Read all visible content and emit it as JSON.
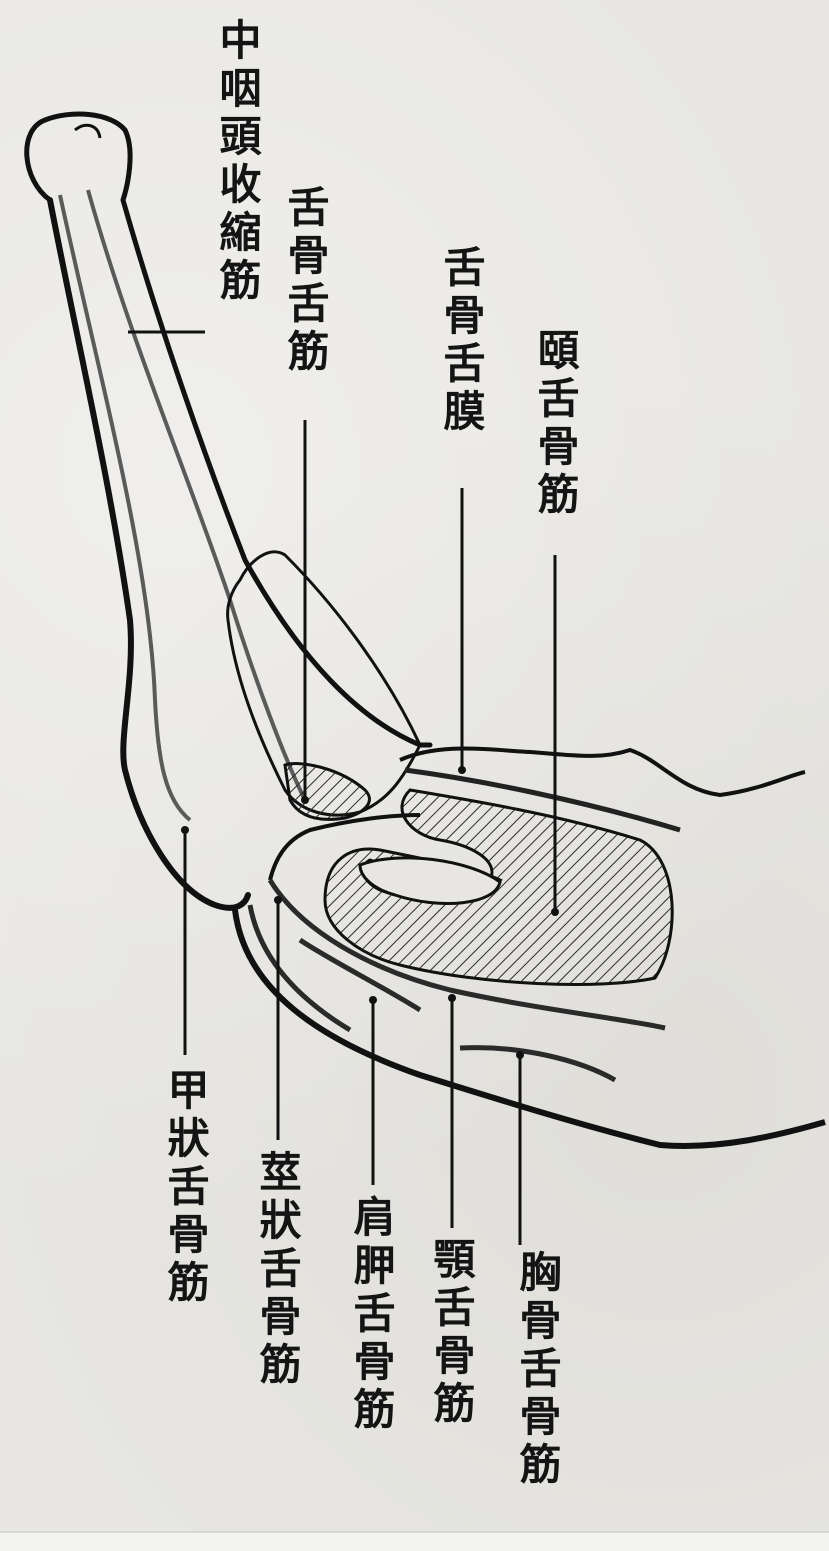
{
  "labels": {
    "middle_pharyngeal_constrictor": "中咽頭收縮筋",
    "hyoglossus": "舌骨舌筋",
    "hyoglossal_membrane": "舌骨舌膜",
    "genioglossus": "頤舌骨筋",
    "thyrohyoid": "甲狀舌骨筋",
    "stylohyoid": "莖狀舌骨筋",
    "omohyoid": "肩胛舌骨筋",
    "mylohyoid": "顎舌骨筋",
    "sternohyoid": "胸骨舌骨筋"
  }
}
